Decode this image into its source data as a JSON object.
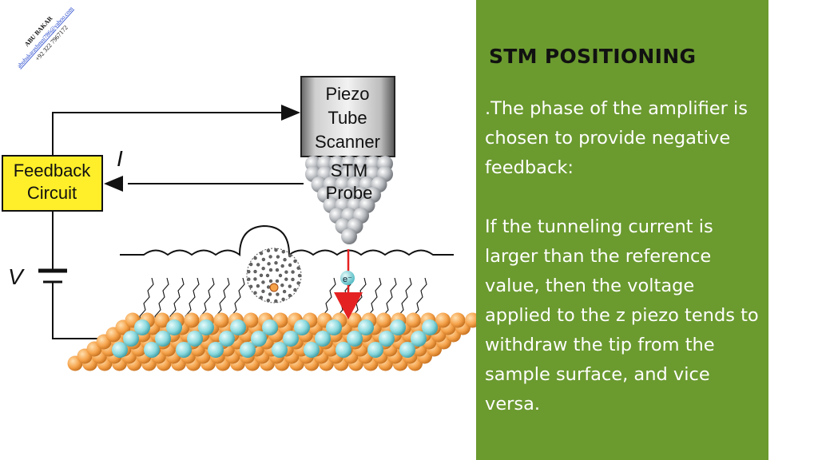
{
  "watermark": {
    "name": "ABU BAKAR",
    "email": "abubakarashmni786@yahoo.com",
    "phone": "+92 322 7967172"
  },
  "diagram": {
    "scanner_label": [
      "Piezo",
      "Tube",
      "Scanner"
    ],
    "probe_label": [
      "STM",
      "Probe"
    ],
    "feedback_label": [
      "Feedback",
      "Circuit"
    ],
    "current_symbol": "I",
    "voltage_symbol": "V",
    "electron_symbol": "e⁻"
  },
  "colors": {
    "panel_bg": "#6b9a2f",
    "feedback_box": "#ffef2a",
    "gold_atom": "#f5a24a",
    "cyan_atom": "#8ad9de",
    "tip_atom": "#b9bcc0",
    "beam": "#e52222"
  },
  "panel": {
    "title": "STM POSITIONING",
    "body": ".The phase of the amplifier is chosen to provide negative feedback:\n\nIf the tunneling current is larger than the reference value, then the voltage applied to the z piezo tends to withdraw the tip from the sample surface, and vice versa."
  }
}
